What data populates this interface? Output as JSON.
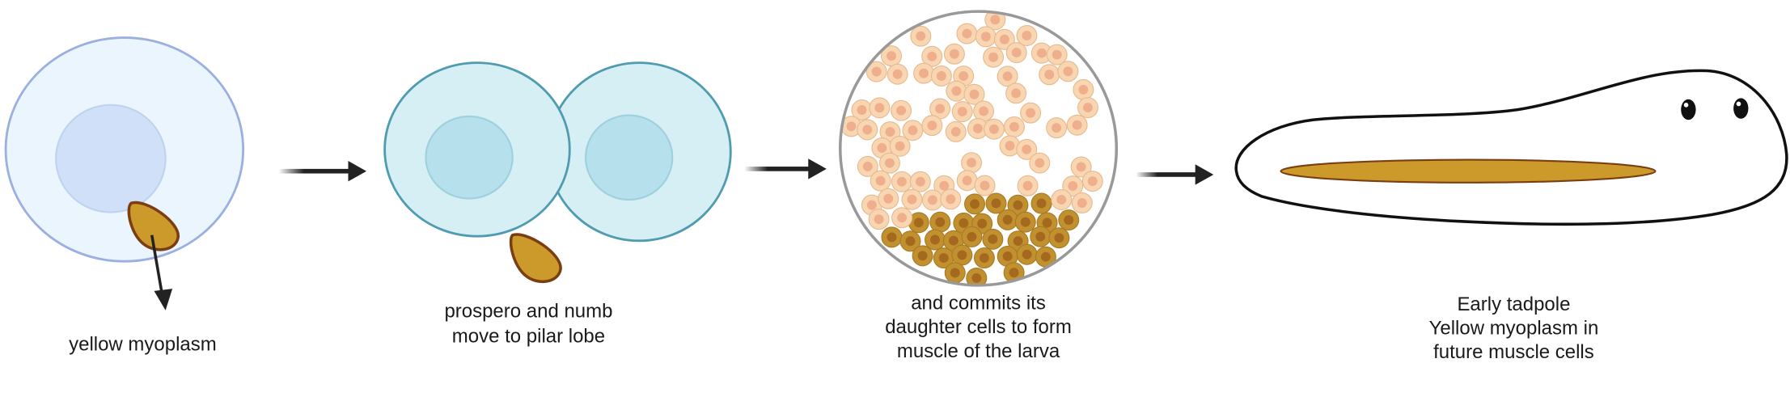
{
  "colors": {
    "egg_fill": "#eaf5fe",
    "egg_stroke": "#9bb0e0",
    "egg_nucleus": "#cfe0f8",
    "blastomere_fill": "#d6eff5",
    "blastomere_stroke": "#4f9cb0",
    "blastomere_nucleus": "#b5e0ec",
    "myoplasm_fill": "#cc9a2a",
    "myoplasm_stroke": "#7a3e12",
    "light_cell": "#f9d6b2",
    "light_cell_nucleus": "#efae8c",
    "dark_cell": "#c1902f",
    "dark_cell_nucleus": "#a4691f",
    "arrow": "#222222"
  },
  "stages": [
    {
      "id": "egg",
      "label_lines": [
        "yellow myoplasm"
      ]
    },
    {
      "id": "two-cell",
      "label_lines": [
        "prospero and numb",
        "move to pilar lobe"
      ]
    },
    {
      "id": "cell-population",
      "label_lines": [
        "and commits its",
        "daughter cells to form",
        "muscle of the larva"
      ]
    },
    {
      "id": "tadpole",
      "label_lines": [
        "Early tadpole",
        "Yellow myoplasm in",
        "future muscle cells"
      ]
    }
  ]
}
